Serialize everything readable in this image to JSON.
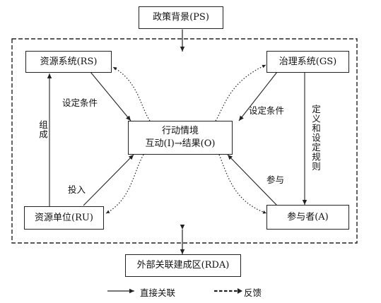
{
  "nodes": {
    "ps": "政策背景(PS)",
    "rs": "资源系统(RS)",
    "gs": "治理系统(GS)",
    "center_line1": "行动情境",
    "center_line2": "互动(I)→结果(O)",
    "ru": "资源单位(RU)",
    "a": "参与者(A)",
    "rda": "外部关联建成区(RDA)"
  },
  "edge_labels": {
    "rs_center": "设定条件",
    "gs_center": "设定条件",
    "ru_rs": "组成",
    "ru_center": "投入",
    "a_center": "参与",
    "gs_a": "定义和设定规则"
  },
  "legend": {
    "direct": "直接关联",
    "feedback": "反馈"
  }
}
